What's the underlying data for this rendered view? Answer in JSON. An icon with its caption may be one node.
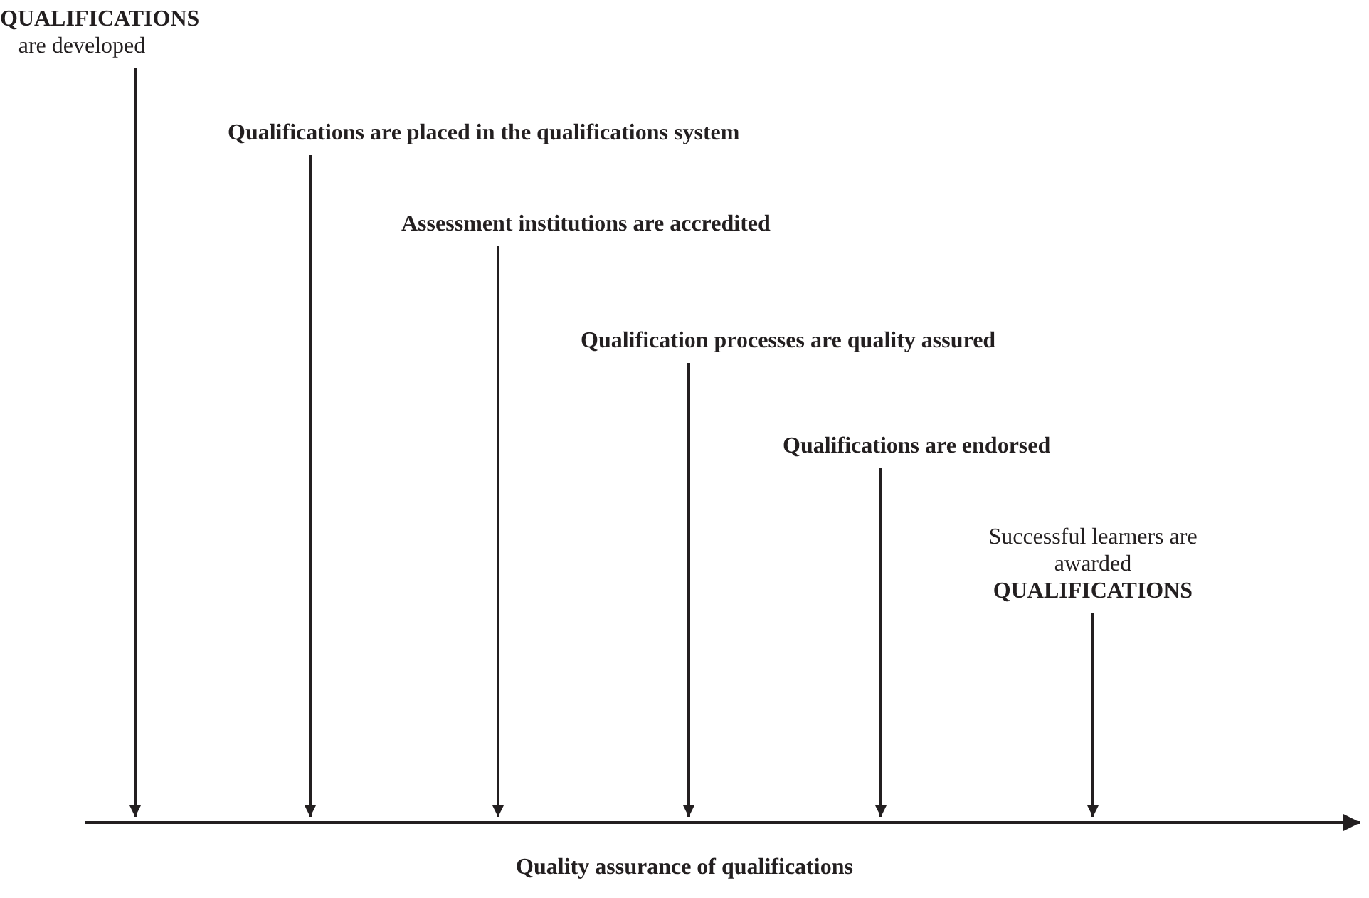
{
  "diagram": {
    "nodes": [
      {
        "text": [
          "**QUALIFICATIONS** are developed"
        ]
      },
      {
        "text": [
          "Qualifications are placed in the qualifications system"
        ]
      },
      {
        "text": [
          "Assessment institutions are accredited"
        ]
      },
      {
        "text": [
          "Qualification processes are quality assured"
        ]
      },
      {
        "text": [
          "Qualifications are endorsed"
        ]
      },
      {
        "text": [
          "Successful learners are awarded **QUALIFICATIONS**"
        ]
      }
    ],
    "edges": [
      {
        "from": 0,
        "to": null,
        "arrow": "to"
      },
      {
        "from": 1,
        "to": null,
        "arrow": "to"
      },
      {
        "from": 2,
        "to": null,
        "arrow": "to"
      },
      {
        "from": 3,
        "to": null,
        "arrow": "to"
      },
      {
        "from": 4,
        "to": null,
        "arrow": "to"
      },
      {
        "from": 5,
        "to": null,
        "arrow": "to"
      }
    ],
    "labels": [
      "Quality assurance of qualifications"
    ]
  }
}
